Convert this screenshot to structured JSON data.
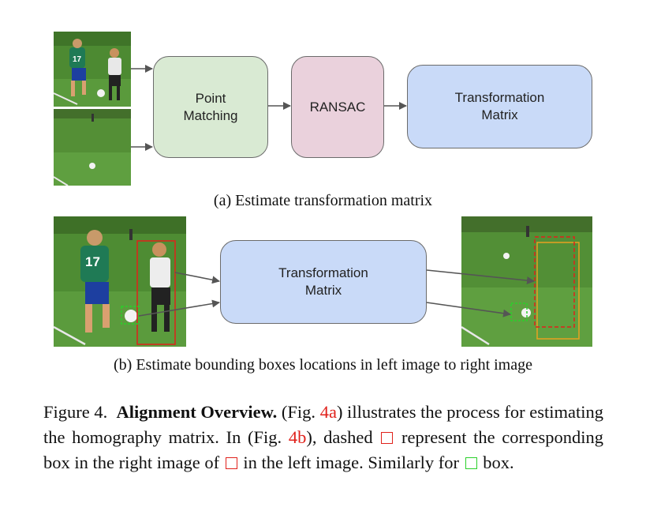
{
  "panel_a": {
    "caption": "(a) Estimate transformation matrix",
    "nodes": {
      "point_matching": [
        "Point",
        "Matching"
      ],
      "ransac": "RANSAC",
      "transformation": [
        "Transformation",
        "Matrix"
      ]
    },
    "colors": {
      "point_matching": "#d9ead3",
      "ransac": "#ead1dc",
      "transformation": "#c9daf8"
    }
  },
  "panel_b": {
    "caption": "(b) Estimate bounding boxes locations in left image to right image",
    "node": [
      "Transformation",
      "Matrix"
    ],
    "jersey_number": "17"
  },
  "figure_caption": {
    "label": "Figure 4.",
    "title": "Alignment Overview.",
    "ref_a": "4a",
    "ref_b": "4b",
    "t1": "(Fig.",
    "t2": ") illustrates the process for estimating the homography matrix.  In (Fig.",
    "t3": "), dashed",
    "t4": "represent the corresponding box in the right image of",
    "t5": "in the left image. Similarly for",
    "t6": "box."
  },
  "colors": {
    "red": "#e0211b",
    "green": "#2ad02a",
    "orange": "#e8a020",
    "arrow": "#555555"
  }
}
